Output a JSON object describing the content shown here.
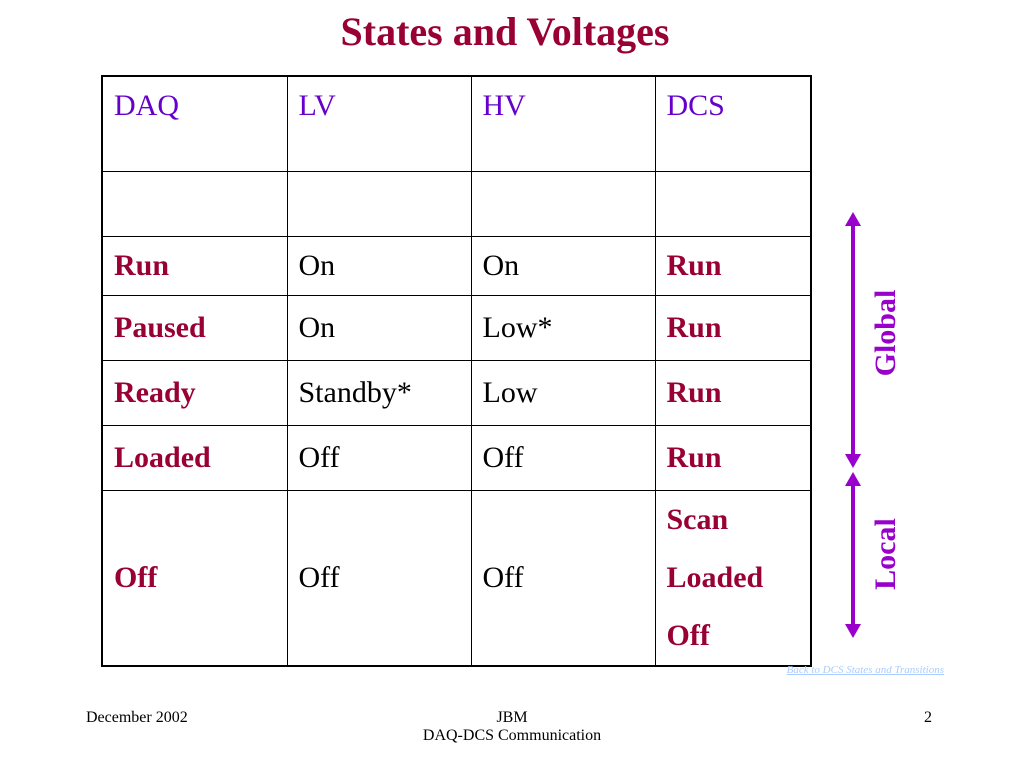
{
  "title": "States and Voltages",
  "table": {
    "headers": [
      "DAQ",
      "LV",
      "HV",
      "DCS"
    ],
    "rows": [
      {
        "daq": "Run",
        "lv": "On",
        "hv": "On",
        "dcs": "Run"
      },
      {
        "daq": "Paused",
        "lv": "On",
        "hv": "Low*",
        "dcs": "Run"
      },
      {
        "daq": "Ready",
        "lv": "Standby*",
        "hv": "Low",
        "dcs": "Run"
      },
      {
        "daq": "Loaded",
        "lv": "Off",
        "hv": "Off",
        "dcs": "Run"
      },
      {
        "daq": "Off",
        "lv": "Off",
        "hv": "Off",
        "dcs": [
          "Scan",
          "Loaded",
          "Off"
        ]
      }
    ]
  },
  "scope_labels": {
    "global": "Global",
    "local": "Local"
  },
  "link_text": "Back to DCS States and Transitions",
  "footer": {
    "date": "December 2002",
    "author": "JBM",
    "subtitle": "DAQ-DCS Communication",
    "page_number": "2"
  },
  "colors": {
    "title": "#990033",
    "header": "#6600cc",
    "state": "#990033",
    "arrow": "#9900cc"
  }
}
